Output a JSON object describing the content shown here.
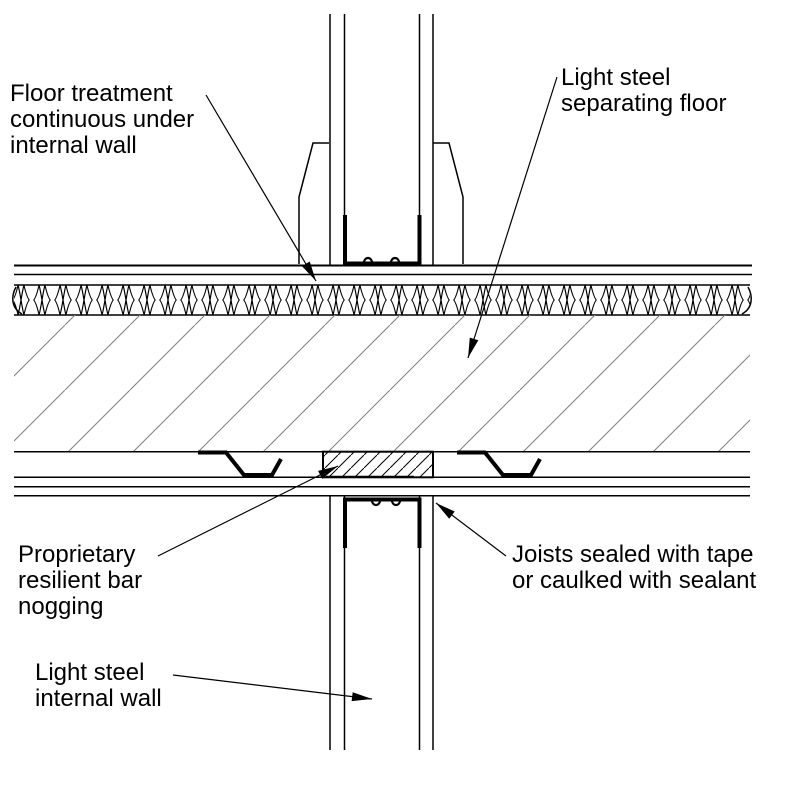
{
  "labels": {
    "floor_treatment": "Floor treatment\ncontinuous under\ninternal wall",
    "separating_floor": "Light steel\nseparating floor",
    "resilient_bar_nogging": "Proprietary\nresilient bar\nnogging",
    "joists_sealed": "Joists sealed with tape\nor caulked with sealant",
    "internal_wall": "Light steel\ninternal wall"
  },
  "colors": {
    "line": "#000000",
    "hatch": "#808080",
    "background": "#ffffff"
  }
}
